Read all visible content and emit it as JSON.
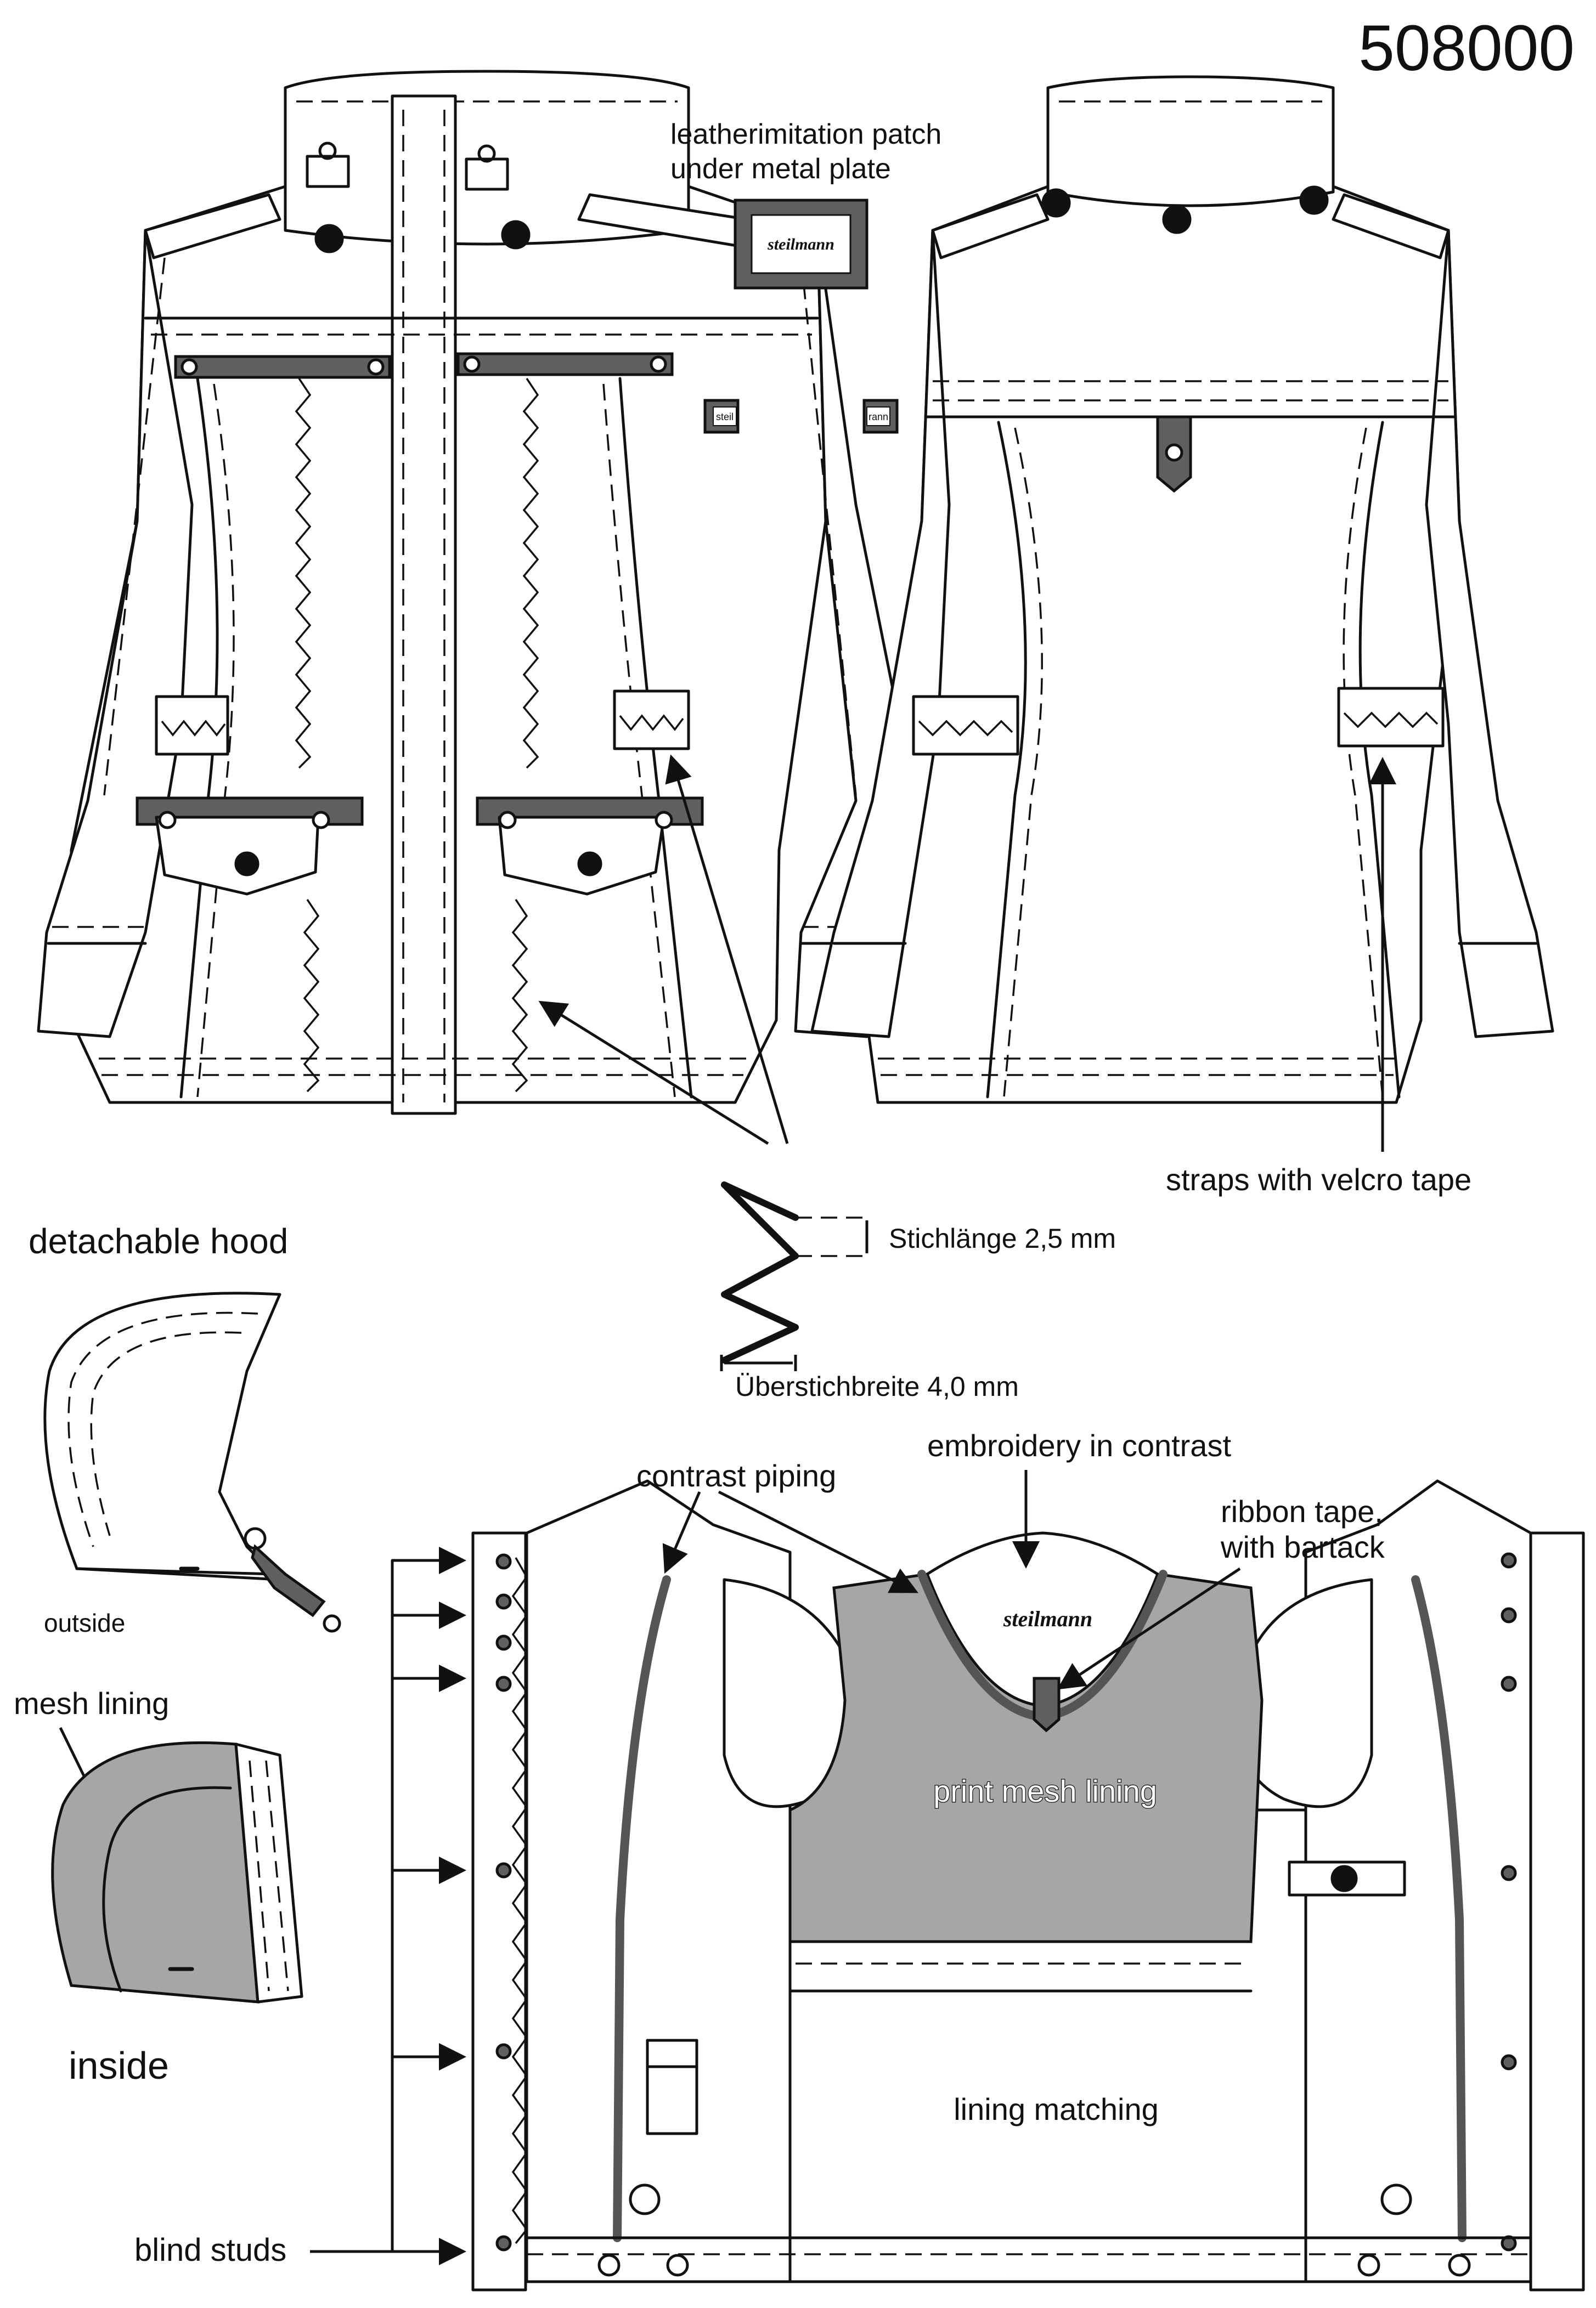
{
  "article_number": "508000",
  "labels": {
    "patch_line1": "leatherimitation patch",
    "patch_line2": "under metal plate",
    "brand": "steilmann",
    "sleeve_badge_front": "steil",
    "sleeve_badge_back": "rann",
    "straps": "straps with velcro tape",
    "stitch_length": "Stichlänge 2,5 mm",
    "overstitch_width": "Überstichbreite 4,0 mm",
    "detachable_hood": "detachable hood",
    "outside": "outside",
    "mesh_lining": "mesh lining",
    "inside": "inside",
    "contrast_piping": "contrast piping",
    "embroidery": "embroidery in contrast",
    "ribbon_line1": "ribbon tape,",
    "ribbon_line2": "with bartack",
    "print_mesh": "print mesh lining",
    "lining_matching": "lining matching",
    "blind_studs": "blind studs"
  },
  "colors": {
    "outline": "#111111",
    "mesh_grey": "#a6a6a6",
    "trim_dark": "#606060",
    "piping": "#555555",
    "paper": "#ffffff"
  }
}
